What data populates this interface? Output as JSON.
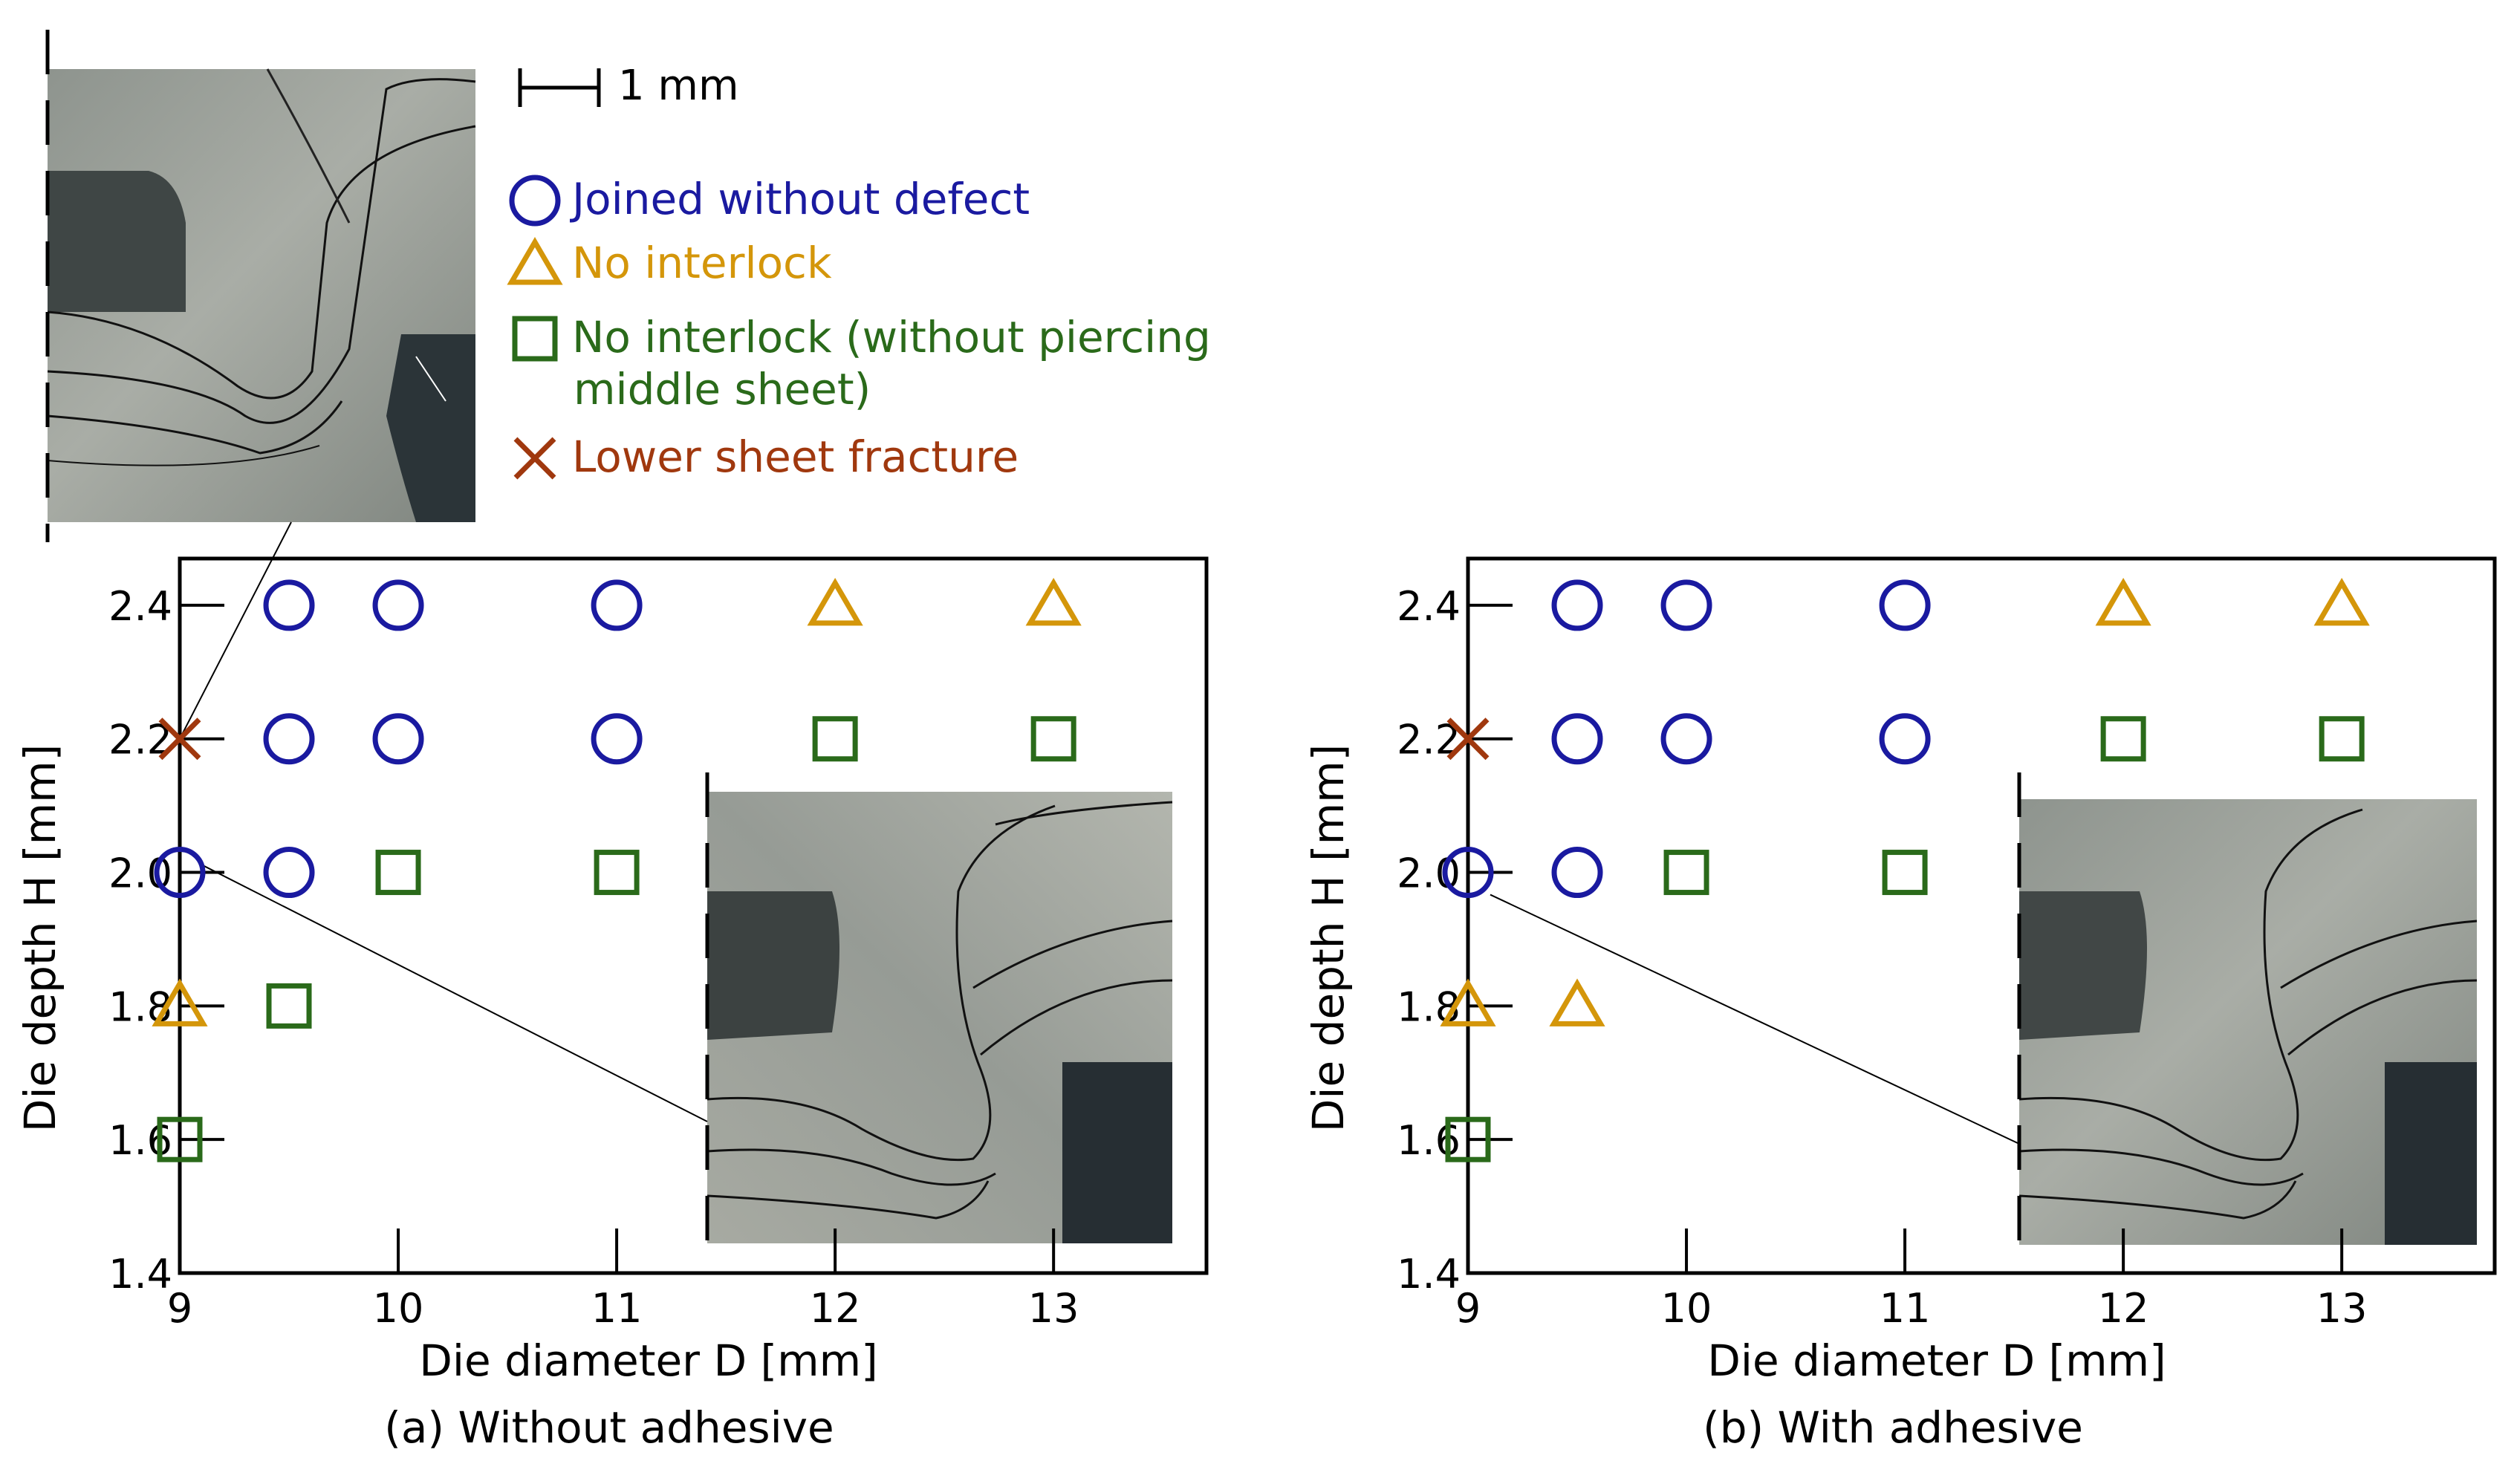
{
  "scale_bar": {
    "label": "1 mm"
  },
  "legend": {
    "entries": [
      {
        "marker": "circle",
        "color": "#1a1aa0",
        "lines": [
          "Joined without defect"
        ]
      },
      {
        "marker": "triangle",
        "color": "#d4960a",
        "lines": [
          "No interlock"
        ]
      },
      {
        "marker": "square",
        "color": "#2a6a1a",
        "lines": [
          "No interlock (without piercing",
          "middle sheet)"
        ]
      },
      {
        "marker": "cross",
        "color": "#a0380e",
        "lines": [
          "Lower sheet fracture"
        ]
      }
    ]
  },
  "chart_data": [
    {
      "type": "scatter",
      "caption": "(a) Without adhesive",
      "xlabel": "Die diameter D [mm]",
      "ylabel": "Die depth H [mm]",
      "xlim": [
        9,
        13.7
      ],
      "ylim": [
        1.4,
        2.47
      ],
      "xticks": [
        9,
        10,
        11,
        12,
        13
      ],
      "yticks": [
        1.4,
        1.6,
        1.8,
        2.0,
        2.2,
        2.4
      ],
      "ytick_labels": [
        "1.4",
        "1.6",
        "1.8",
        "2.0",
        "2.2",
        "2.4"
      ],
      "grid": false,
      "points": [
        {
          "x": 9.5,
          "y": 2.4,
          "marker": "circle"
        },
        {
          "x": 10,
          "y": 2.4,
          "marker": "circle"
        },
        {
          "x": 11,
          "y": 2.4,
          "marker": "circle"
        },
        {
          "x": 12,
          "y": 2.4,
          "marker": "triangle"
        },
        {
          "x": 13,
          "y": 2.4,
          "marker": "triangle"
        },
        {
          "x": 9,
          "y": 2.2,
          "marker": "cross"
        },
        {
          "x": 9.5,
          "y": 2.2,
          "marker": "circle"
        },
        {
          "x": 10,
          "y": 2.2,
          "marker": "circle"
        },
        {
          "x": 11,
          "y": 2.2,
          "marker": "circle"
        },
        {
          "x": 12,
          "y": 2.2,
          "marker": "square"
        },
        {
          "x": 13,
          "y": 2.2,
          "marker": "square"
        },
        {
          "x": 9,
          "y": 2.0,
          "marker": "circle"
        },
        {
          "x": 9.5,
          "y": 2.0,
          "marker": "circle"
        },
        {
          "x": 10,
          "y": 2.0,
          "marker": "square"
        },
        {
          "x": 11,
          "y": 2.0,
          "marker": "square"
        },
        {
          "x": 9,
          "y": 1.8,
          "marker": "triangle"
        },
        {
          "x": 9.5,
          "y": 1.8,
          "marker": "square"
        },
        {
          "x": 9,
          "y": 1.6,
          "marker": "square"
        }
      ]
    },
    {
      "type": "scatter",
      "caption": "(b) With adhesive",
      "xlabel": "Die diameter D [mm]",
      "ylabel": "Die depth H [mm]",
      "xlim": [
        9,
        13.7
      ],
      "ylim": [
        1.4,
        2.47
      ],
      "xticks": [
        9,
        10,
        11,
        12,
        13
      ],
      "yticks": [
        1.4,
        1.6,
        1.8,
        2.0,
        2.2,
        2.4
      ],
      "ytick_labels": [
        "1.4",
        "1.6",
        "1.8",
        "2.0",
        "2.2",
        "2.4"
      ],
      "grid": false,
      "points": [
        {
          "x": 9.5,
          "y": 2.4,
          "marker": "circle"
        },
        {
          "x": 10,
          "y": 2.4,
          "marker": "circle"
        },
        {
          "x": 11,
          "y": 2.4,
          "marker": "circle"
        },
        {
          "x": 12,
          "y": 2.4,
          "marker": "triangle"
        },
        {
          "x": 13,
          "y": 2.4,
          "marker": "triangle"
        },
        {
          "x": 9,
          "y": 2.2,
          "marker": "cross"
        },
        {
          "x": 9.5,
          "y": 2.2,
          "marker": "circle"
        },
        {
          "x": 10,
          "y": 2.2,
          "marker": "circle"
        },
        {
          "x": 11,
          "y": 2.2,
          "marker": "circle"
        },
        {
          "x": 12,
          "y": 2.2,
          "marker": "square"
        },
        {
          "x": 13,
          "y": 2.2,
          "marker": "square"
        },
        {
          "x": 9,
          "y": 2.0,
          "marker": "circle"
        },
        {
          "x": 9.5,
          "y": 2.0,
          "marker": "circle"
        },
        {
          "x": 10,
          "y": 2.0,
          "marker": "square"
        },
        {
          "x": 11,
          "y": 2.0,
          "marker": "square"
        },
        {
          "x": 9,
          "y": 1.8,
          "marker": "triangle"
        },
        {
          "x": 9.5,
          "y": 1.8,
          "marker": "triangle"
        },
        {
          "x": 9,
          "y": 1.6,
          "marker": "square"
        }
      ]
    }
  ]
}
